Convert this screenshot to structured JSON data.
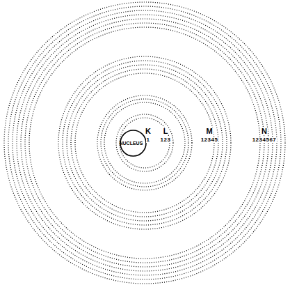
{
  "diagram": {
    "nodes": [
      {
        "text": [
          "NUCLEUS"
        ]
      }
    ],
    "labels": [
      "K",
      "1",
      "L",
      "123",
      "M",
      "12345",
      "N",
      "1234567"
    ]
  }
}
